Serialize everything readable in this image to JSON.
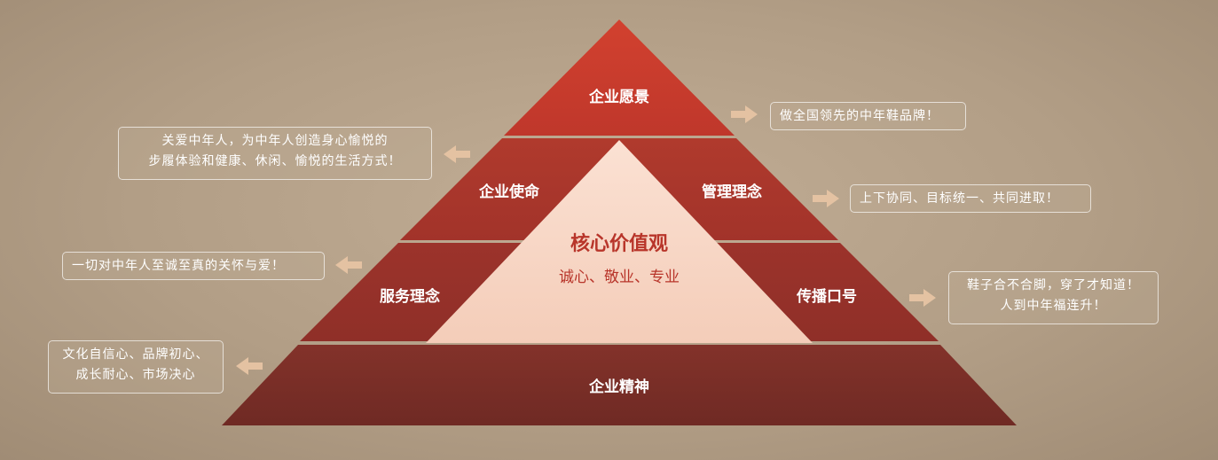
{
  "pyramid": {
    "top": "企业愿景",
    "mission": "企业使命",
    "management": "管理理念",
    "service": "服务理念",
    "communication": "传播口号",
    "spirit": "企业精神"
  },
  "core": {
    "title": "核心价值观",
    "subtitle": "诚心、敬业、专业"
  },
  "callouts": {
    "vision": [
      "做全国领先的中年鞋品牌！"
    ],
    "mission": [
      "关爱中年人，为中年人创造身心愉悦的",
      "步履体验和健康、休闲、愉悦的生活方式！"
    ],
    "management": [
      "上下协同、目标统一、共同进取！"
    ],
    "service": [
      "一切对中年人至诚至真的关怀与爱！"
    ],
    "communication": [
      "鞋子合不合脚，穿了才知道！",
      "人到中年福连升！"
    ],
    "spirit": [
      "文化自信心、品牌初心、",
      "成长耐心、市场决心"
    ]
  },
  "colors": {
    "top": "#c4392c",
    "middle": "#a8352a",
    "lower": "#97302a",
    "base": "#7a2e27",
    "core": "#f7d6c6",
    "arrow": "#e4c2a2",
    "core_text": "#b8352a"
  }
}
